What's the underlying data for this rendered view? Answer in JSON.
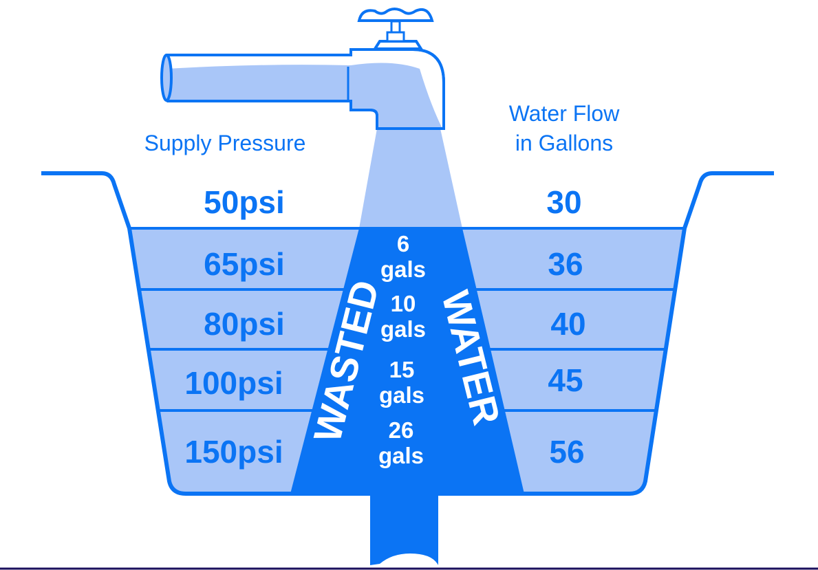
{
  "colors": {
    "accent": "#0b74f4",
    "light": "#a9c6f8",
    "border": "#1a0e5c"
  },
  "left_header": "Supply Pressure",
  "right_header": [
    "Water Flow",
    "in Gallons"
  ],
  "rows": [
    {
      "pressure": "50psi",
      "flow": "30",
      "wasted": [
        "",
        ""
      ]
    },
    {
      "pressure": "65psi",
      "flow": "36",
      "wasted": [
        "6",
        "gals"
      ]
    },
    {
      "pressure": "80psi",
      "flow": "40",
      "wasted": [
        "10",
        "gals"
      ]
    },
    {
      "pressure": "100psi",
      "flow": "45",
      "wasted": [
        "15",
        "gals"
      ]
    },
    {
      "pressure": "150psi",
      "flow": "56",
      "wasted": [
        "26",
        "gals"
      ]
    }
  ],
  "wasted_label": [
    "WASTED",
    "WATER"
  ]
}
